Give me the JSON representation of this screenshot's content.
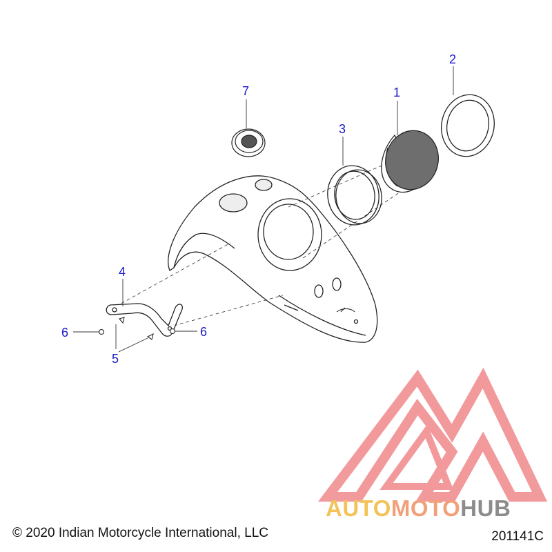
{
  "callouts": [
    {
      "id": "1",
      "label": "1"
    },
    {
      "id": "2",
      "label": "2"
    },
    {
      "id": "3",
      "label": "3"
    },
    {
      "id": "4",
      "label": "4"
    },
    {
      "id": "5",
      "label": "5"
    },
    {
      "id": "6a",
      "label": "6"
    },
    {
      "id": "6b",
      "label": "6"
    },
    {
      "id": "7",
      "label": "7"
    }
  ],
  "footer": {
    "copyright": "© 2020 Indian Motorcycle International, LLC",
    "drawing_number": "201141C"
  },
  "watermark": {
    "part1": "AUTO",
    "part2": "MOTO",
    "part3": "HUB"
  },
  "colors": {
    "callout": "#1a1acc",
    "line": "#222222",
    "watermark_red": "#e8484a",
    "watermark_gold": "#f3c35a",
    "watermark_orange": "#f1a07a",
    "watermark_gray": "#8c8c8c",
    "lens": "#6e6e6e"
  }
}
